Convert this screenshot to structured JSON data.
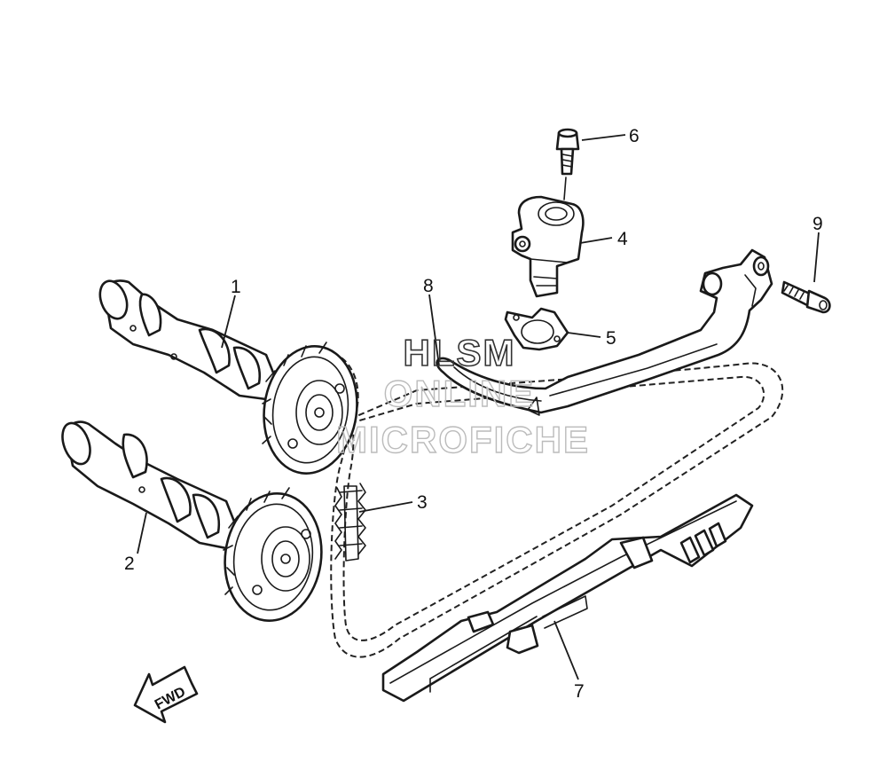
{
  "watermark": {
    "line1": "HLSM",
    "line2": "ONLINE",
    "line3": "MICROFICHE"
  },
  "direction_label": "FWD",
  "callouts": [
    "1",
    "2",
    "3",
    "4",
    "5",
    "6",
    "7",
    "8",
    "9"
  ]
}
